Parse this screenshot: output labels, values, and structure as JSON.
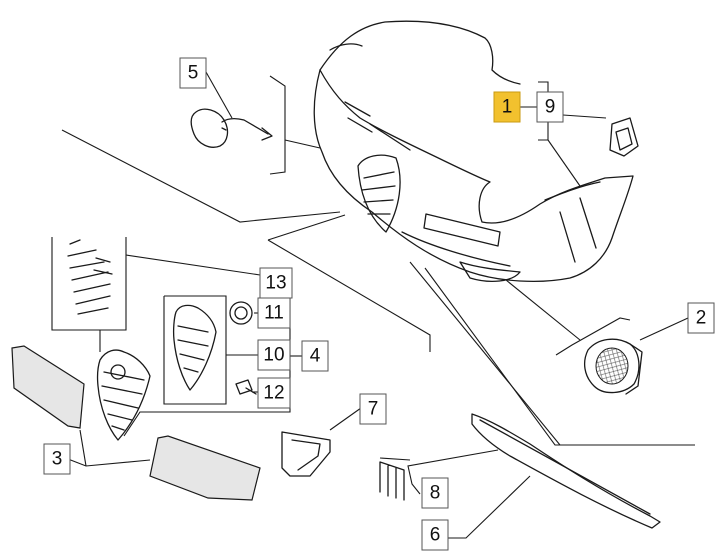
{
  "colors": {
    "highlight": "#f2c12e",
    "line": "#1a1a1a",
    "box_border": "#555555",
    "background": "#ffffff"
  },
  "callouts": [
    {
      "id": "c1",
      "label": "1",
      "highlighted": true
    },
    {
      "id": "c2",
      "label": "2",
      "highlighted": false
    },
    {
      "id": "c3",
      "label": "3",
      "highlighted": false
    },
    {
      "id": "c4",
      "label": "4",
      "highlighted": false
    },
    {
      "id": "c5",
      "label": "5",
      "highlighted": false
    },
    {
      "id": "c6",
      "label": "6",
      "highlighted": false
    },
    {
      "id": "c7",
      "label": "7",
      "highlighted": false
    },
    {
      "id": "c8",
      "label": "8",
      "highlighted": false
    },
    {
      "id": "c9",
      "label": "9",
      "highlighted": false
    },
    {
      "id": "c10",
      "label": "10",
      "highlighted": false
    },
    {
      "id": "c11",
      "label": "11",
      "highlighted": false
    },
    {
      "id": "c12",
      "label": "12",
      "highlighted": false
    },
    {
      "id": "c13",
      "label": "13",
      "highlighted": false
    }
  ]
}
